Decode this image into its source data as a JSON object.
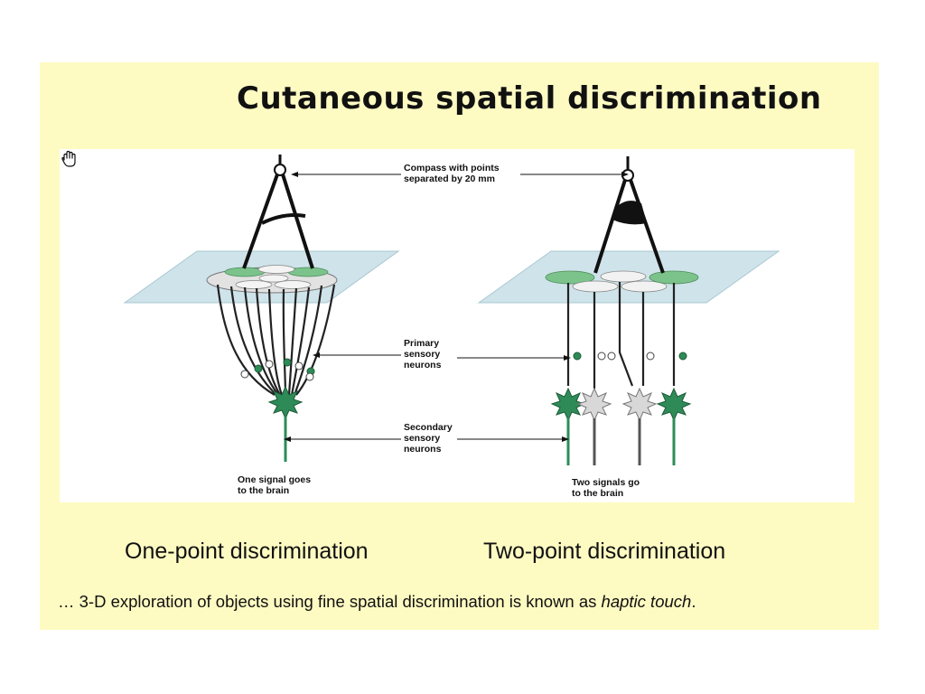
{
  "slide": {
    "title": "Cutaneous spatial discrimination",
    "figure": {
      "compass_label": "Compass with points\nseparated by 20 mm",
      "primary_label": "Primary\nsensory\nneurons",
      "secondary_label": "Secondary\nsensory\nneurons",
      "one_signal_label": "One signal goes\n to the brain",
      "two_signals_label": "Two signals go\n to the brain"
    },
    "captions": {
      "one_point": "One-point discrimination",
      "two_point": "Two-point discrimination"
    },
    "note": {
      "prefix": "… 3-D exploration of objects using fine spatial discrimination is known as ",
      "emphasis": "haptic touch",
      "suffix": "."
    }
  },
  "colors": {
    "slide_background": "#fefbc2",
    "skin_plane": "#cfe3ea",
    "receptor_green": "#7bc38a",
    "neuron_green": "#2e8b57",
    "neuron_gray": "#d8d8d8"
  },
  "icons": {
    "cursor": "hand-cursor-icon"
  }
}
